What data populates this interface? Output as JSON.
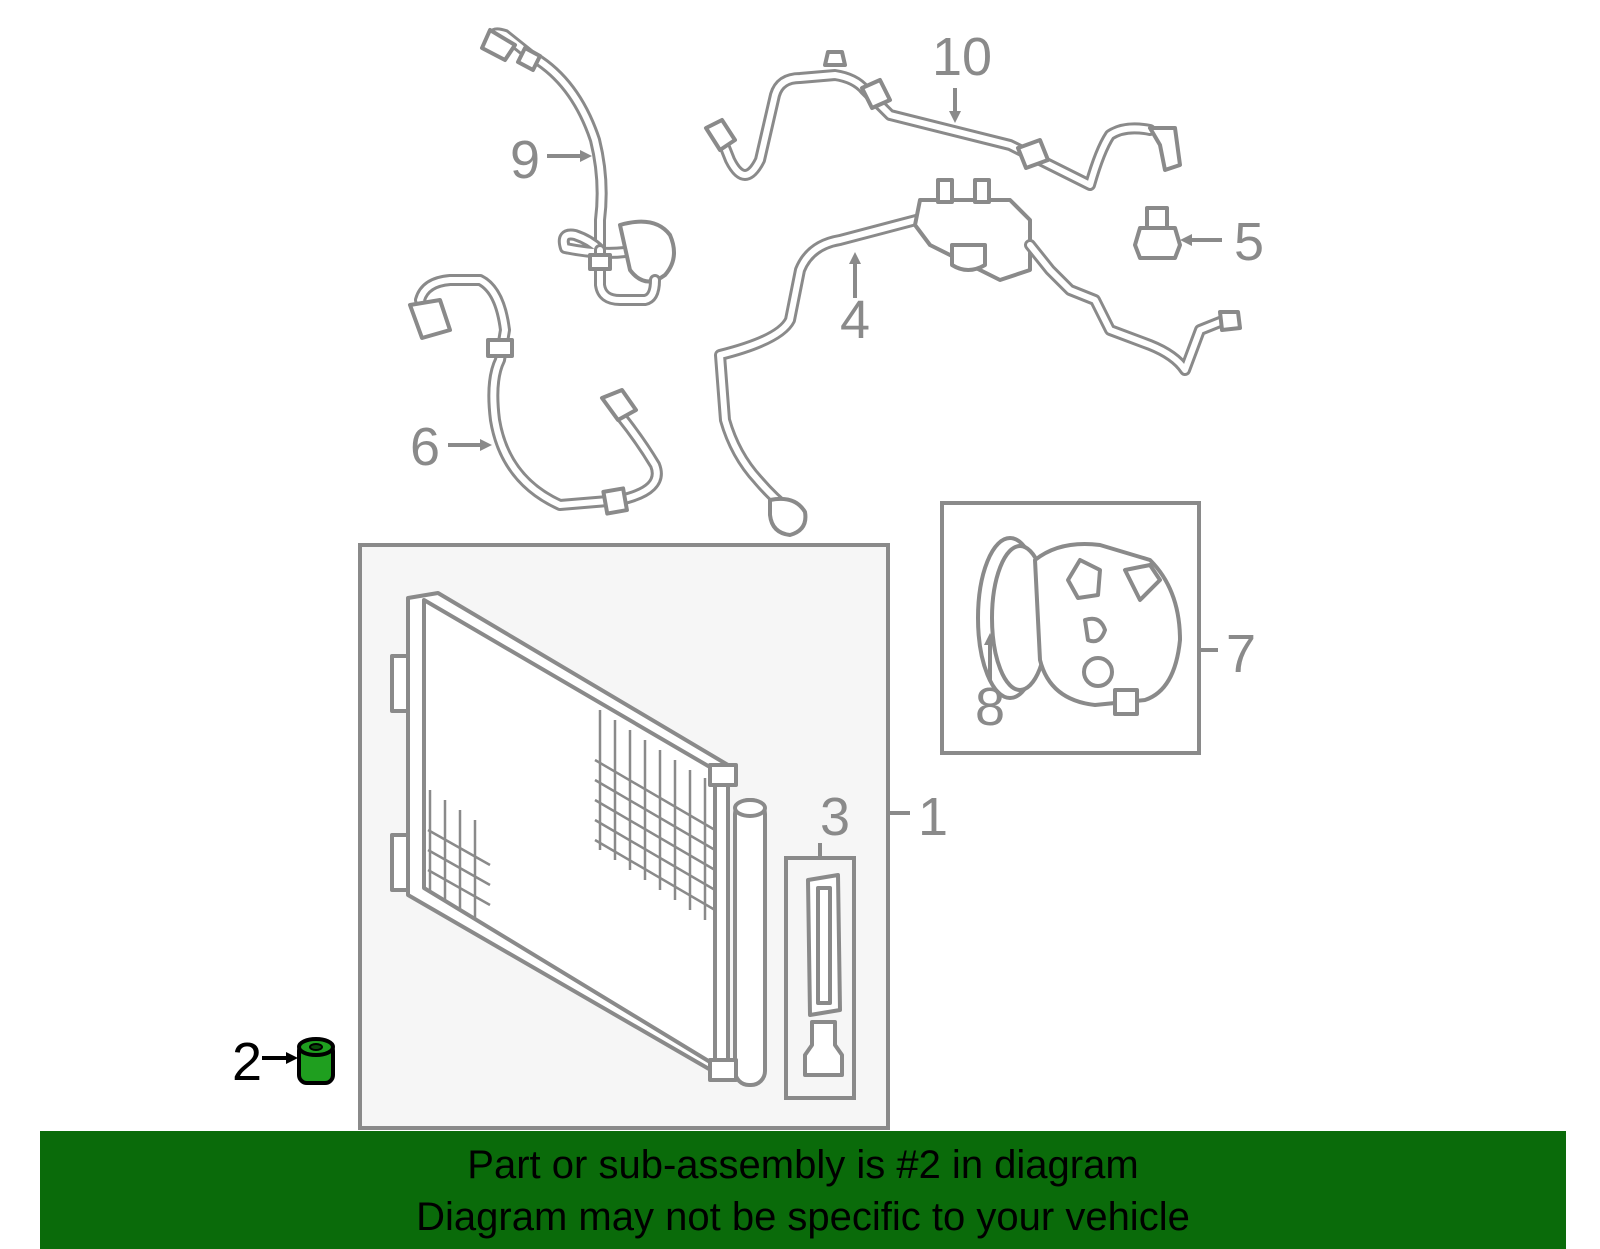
{
  "callouts": {
    "c1": "1",
    "c2": "2",
    "c3": "3",
    "c4": "4",
    "c5": "5",
    "c6": "6",
    "c7": "7",
    "c8": "8",
    "c9": "9",
    "c10": "10"
  },
  "highlighted_part": "2",
  "banner": {
    "line1": "Part or sub-assembly is #2 in diagram",
    "line2": "Diagram may not be specific to your vehicle"
  },
  "colors": {
    "banner_bg": "#0a6b0a",
    "highlight_part": "#1f9f1f",
    "line_art": "#8a8a8a"
  }
}
